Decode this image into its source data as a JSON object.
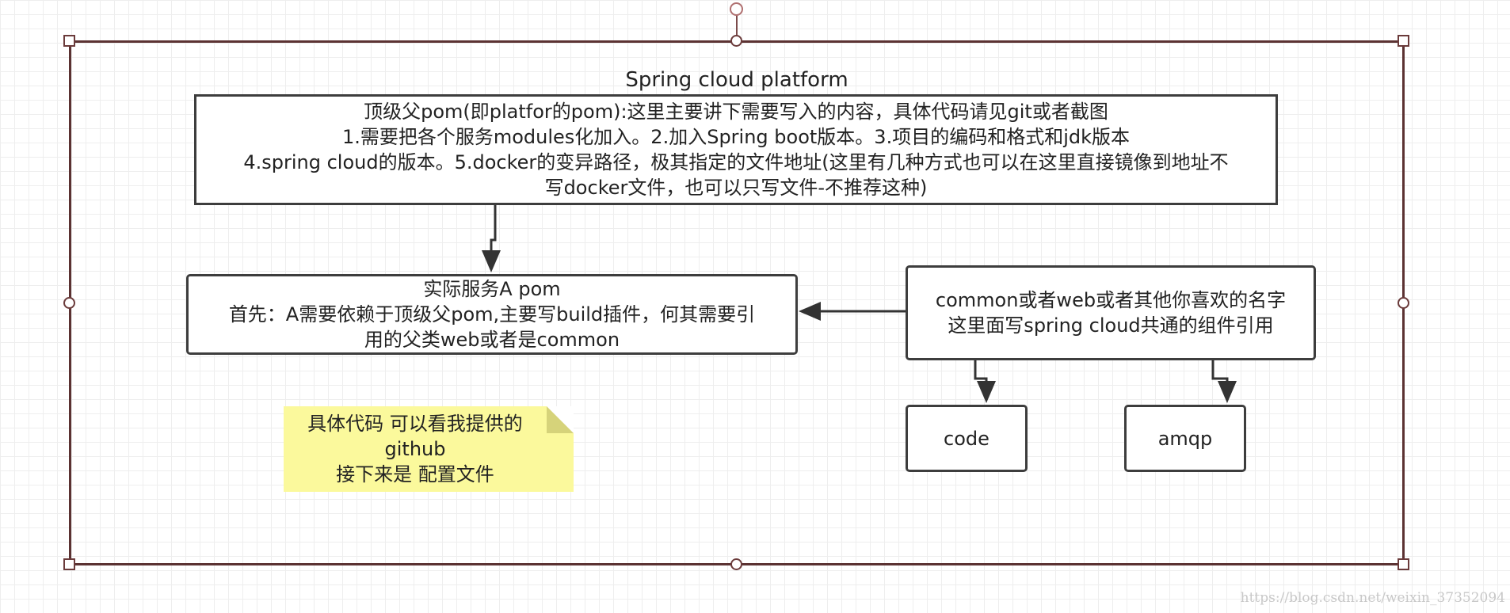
{
  "platform": {
    "title": "Spring cloud platform"
  },
  "parent_pom": {
    "text": "顶级父pom(即platfor的pom):这里主要讲下需要写入的内容，具体代码请见git或者截图\n1.需要把各个服务modules化加入。2.加入Spring boot版本。3.项目的编码和格式和jdk版本\n4.spring cloud的版本。5.docker的变异路径，极其指定的文件地址(这里有几种方式也可以在这里直接镜像到地址不\n写docker文件，也可以只写文件-不推荐这种)"
  },
  "service_a": {
    "text": "实际服务A pom\n首先：A需要依赖于顶级父pom,主要写build插件，何其需要引\n用的父类web或者是common"
  },
  "common": {
    "text": "common或者web或者其他你喜欢的名字\n这里面写spring cloud共通的组件引用"
  },
  "code_node": {
    "text": "code"
  },
  "amqp_node": {
    "text": "amqp"
  },
  "note": {
    "text": "具体代码 可以看我提供的\ngithub\n接下来是 配置文件"
  },
  "watermark": {
    "text": "https://blog.csdn.net/weixin_37352094"
  },
  "colors": {
    "frame": "#5b3232",
    "node_border": "#3d3d3d",
    "note_fill": "#fbf99c"
  }
}
